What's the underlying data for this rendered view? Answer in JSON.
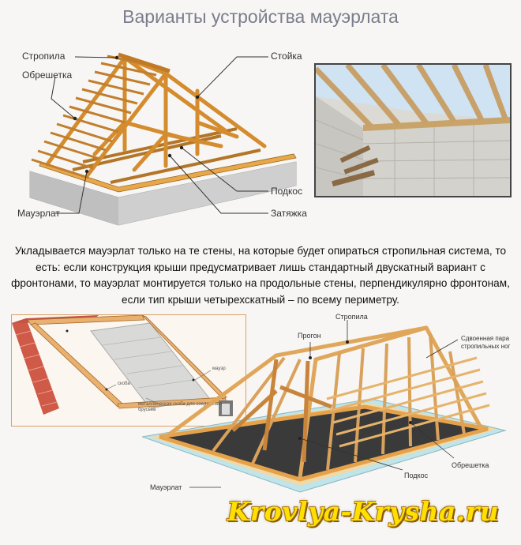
{
  "title": "Варианты устройства мауэрлата",
  "top_diagram": {
    "rafters_label": "Стропила",
    "lathing_label": "Обрешетка",
    "post_label": "Стойка",
    "brace_label": "Подкос",
    "tie_label": "Затяжка",
    "mauerlat_label": "Мауэрлат"
  },
  "paragraph": "Укладывается мауэрлат только на те стены, на которые будет опираться стропильная система, то есть: если конструкция крыши предусматривает лишь стандартный двускатный вариант с фронтонами, то мауэрлат монтируется только на продольные стены, перпендикулярно фронтонам, если тип крыши четырехскатный – по всему периметру.",
  "hip_diagram": {
    "purlin_label": "Прогон",
    "rafters_label": "Стропила",
    "double_pair_label": "Сдвоенная пара стропильных ног",
    "brace_label": "Подкос",
    "lathing_label": "Обрешетка",
    "mauerlat_label": "Мауэрлат"
  },
  "inset": {
    "label_a": "мауэр",
    "label_b": "скоба",
    "label_c": "металлическая скоба для соединения брусьев"
  },
  "brand": "Krovlya-Krysha.ru"
}
